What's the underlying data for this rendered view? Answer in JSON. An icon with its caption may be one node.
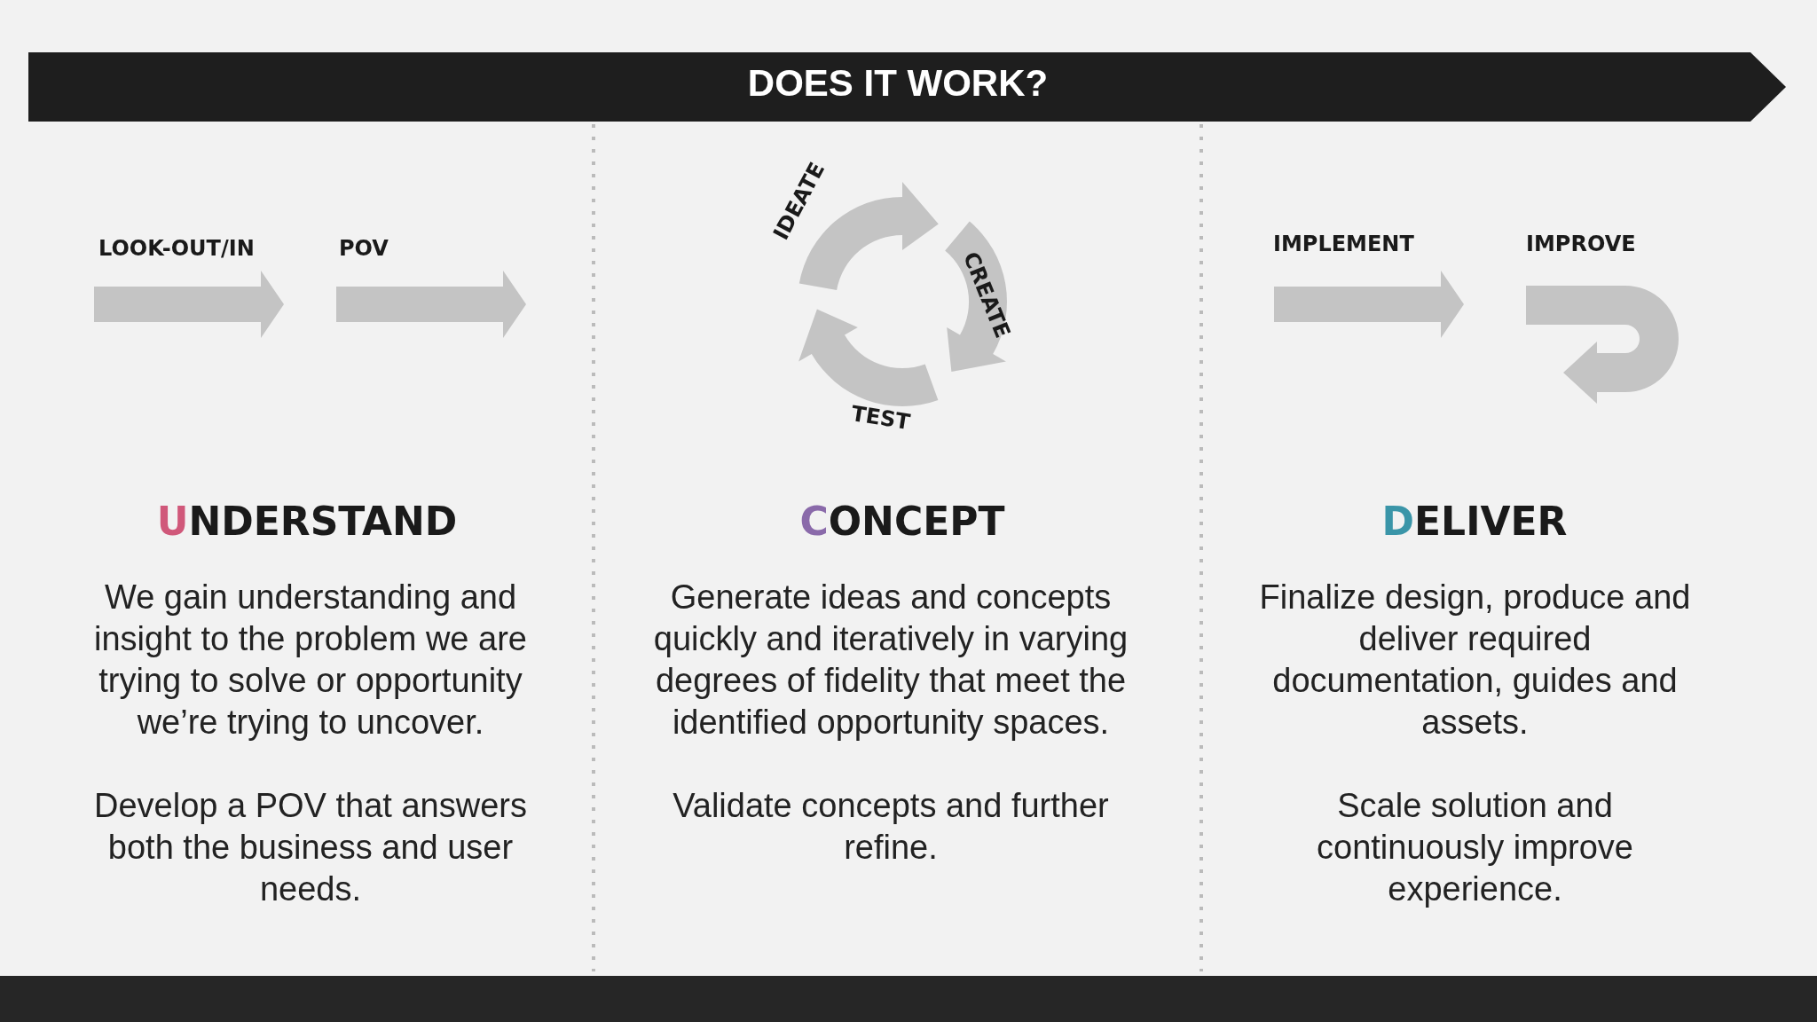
{
  "diagram": {
    "title": "DOES IT WORK?",
    "labels": [
      "LOOK-OUT/IN",
      "POV",
      "IDEATE",
      "CREATE",
      "TEST",
      "IMPLEMENT",
      "IMPROVE",
      "UNDERSTAND",
      "CONCEPT",
      "DELIVER",
      "We gain understanding and insight to the problem we are trying to solve or opportunity we’re trying to uncover.",
      "Develop a POV that answers both the business and user needs.",
      "Generate ideas and concepts quickly and iteratively in varying degrees of fidelity that meet the identified opportunity spaces.",
      "Validate concepts and further refine.",
      "Finalize design, produce and deliver required documentation, guides and assets.",
      "Scale solution and continuously improve experience."
    ]
  }
}
